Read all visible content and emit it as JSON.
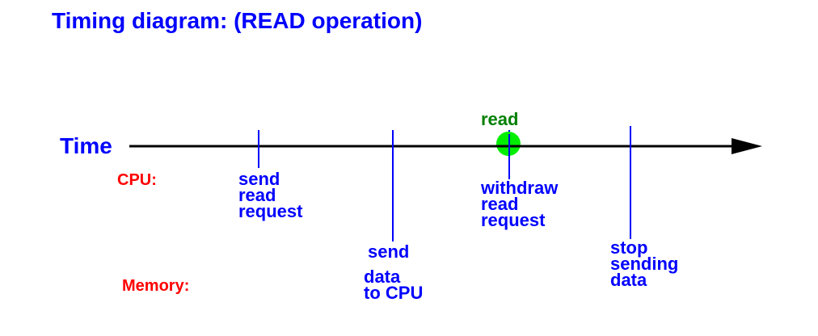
{
  "title": "Timing diagram: (READ operation)",
  "time_axis_label": "Time",
  "rows": {
    "cpu": "CPU:",
    "memory": "Memory:"
  },
  "events": {
    "send_read_request": "send\nread\nrequest",
    "send_data": "send",
    "data_to_cpu": "data\nto CPU",
    "read": "read",
    "withdraw_read_request": "withdraw\nread\nrequest",
    "stop_sending_data": "stop\nsending\ndata"
  },
  "colors": {
    "text": "#0000ff",
    "row_label": "#ff0000",
    "read_marker": "#00ee00",
    "read_label": "#008000",
    "axis": "#000000"
  }
}
